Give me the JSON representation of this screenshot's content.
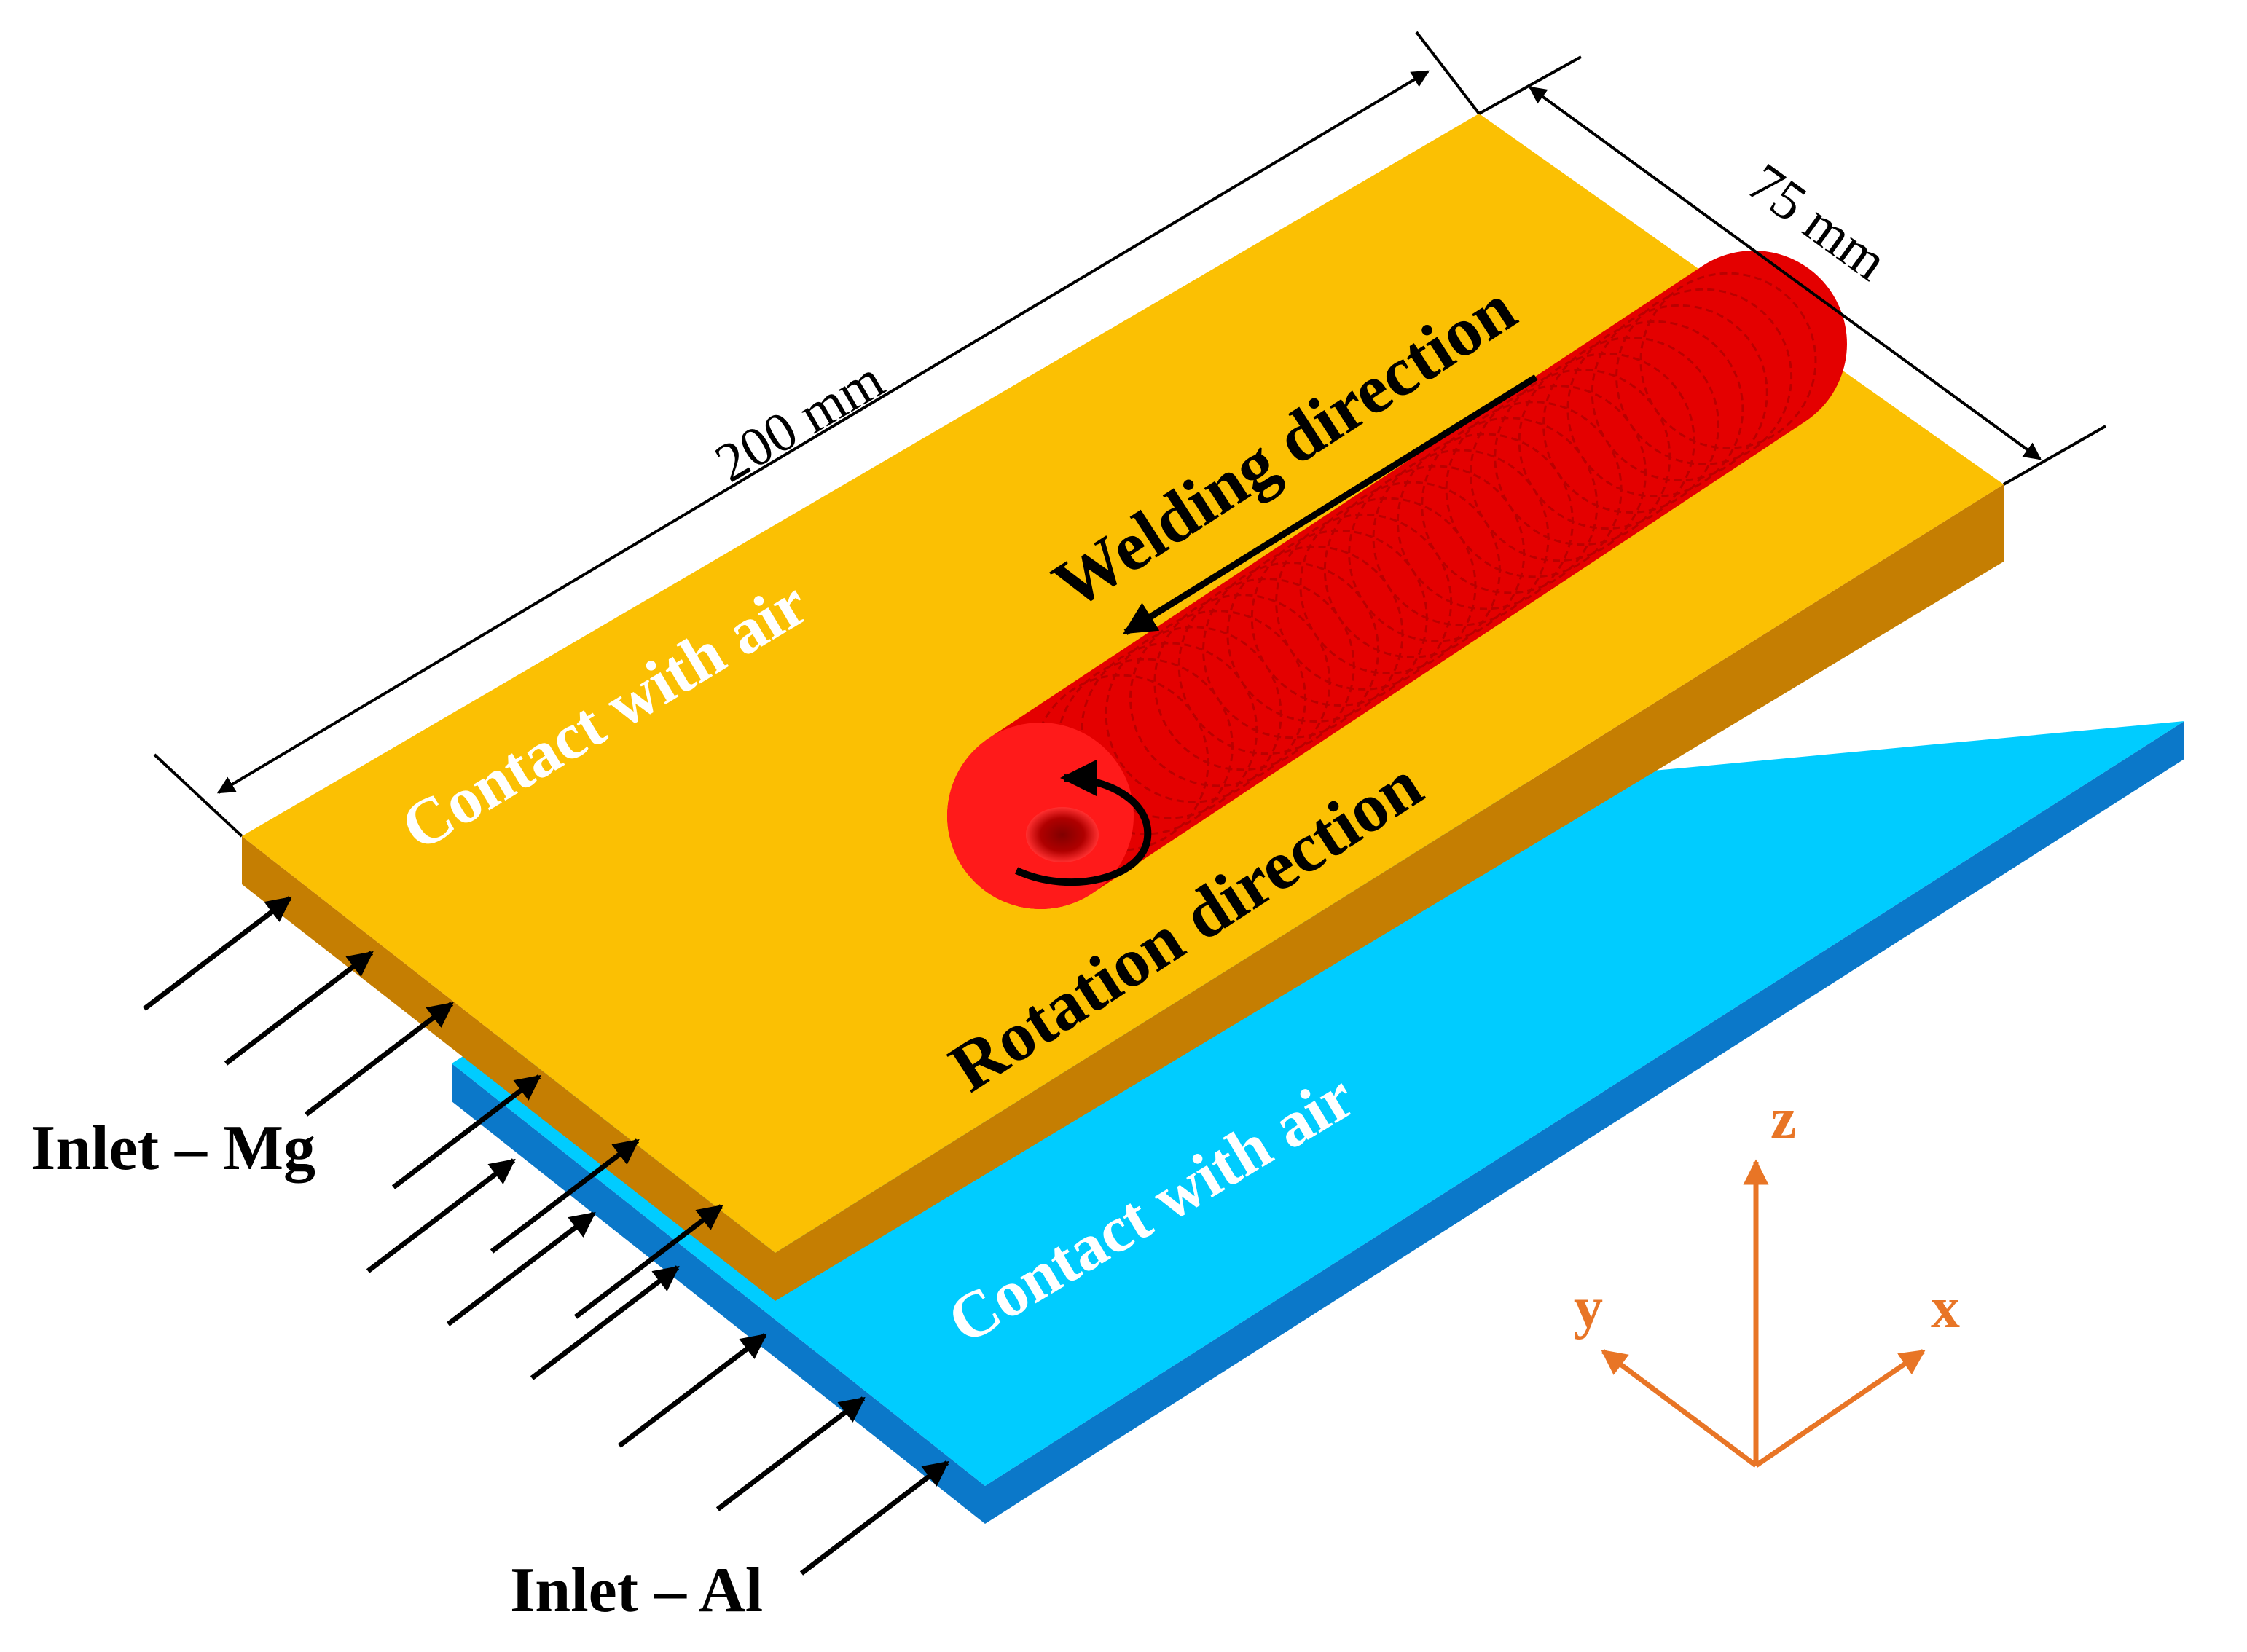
{
  "labels": {
    "length_dim": "200 mm",
    "width_dim": "75 mm",
    "welding_direction": "Welding direction",
    "rotation_direction": "Rotation direction",
    "contact_air_top": "Contact with air",
    "contact_air_bottom": "Contact with air",
    "inlet_mg": "Inlet – Mg",
    "inlet_al": "Inlet – Al"
  },
  "axes": {
    "z": "z",
    "y": "y",
    "x": "x"
  },
  "colors": {
    "mg_top": "#FBC003",
    "mg_front": "#C57E02",
    "al_top": "#00CCFF",
    "al_front": "#0B78C9",
    "weld_track": "#E40000",
    "tool": "#FF1A1A",
    "axis": "#E87526",
    "label_white": "#FFFFFF",
    "ink": "#000000"
  }
}
